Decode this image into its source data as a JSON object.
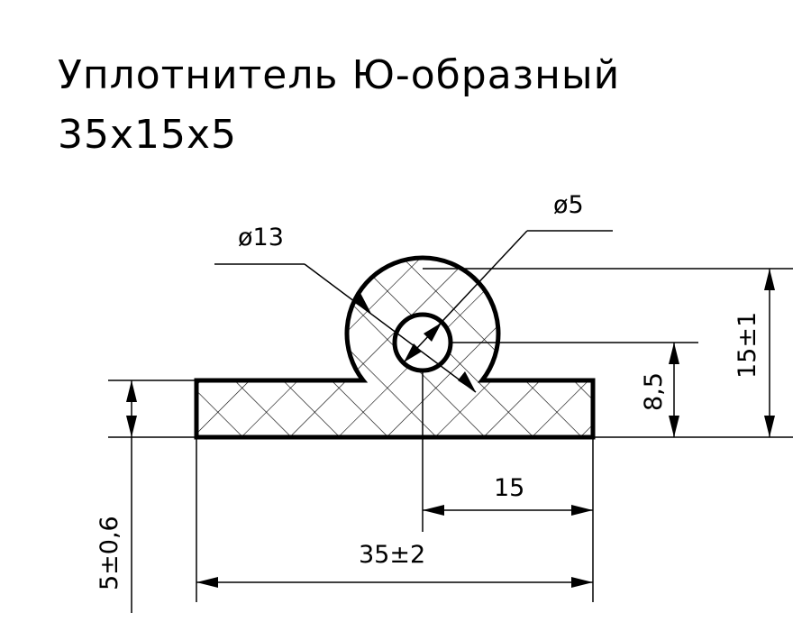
{
  "title": {
    "line1": "Уплотнитель Ю-образный",
    "line2": "35x15x5"
  },
  "dimensions": {
    "outer_diameter": "ø13",
    "inner_diameter": "ø5",
    "total_height": "15±1",
    "center_height": "8,5",
    "base_thickness": "5±0,6",
    "center_offset": "15",
    "total_width": "35±2"
  }
}
